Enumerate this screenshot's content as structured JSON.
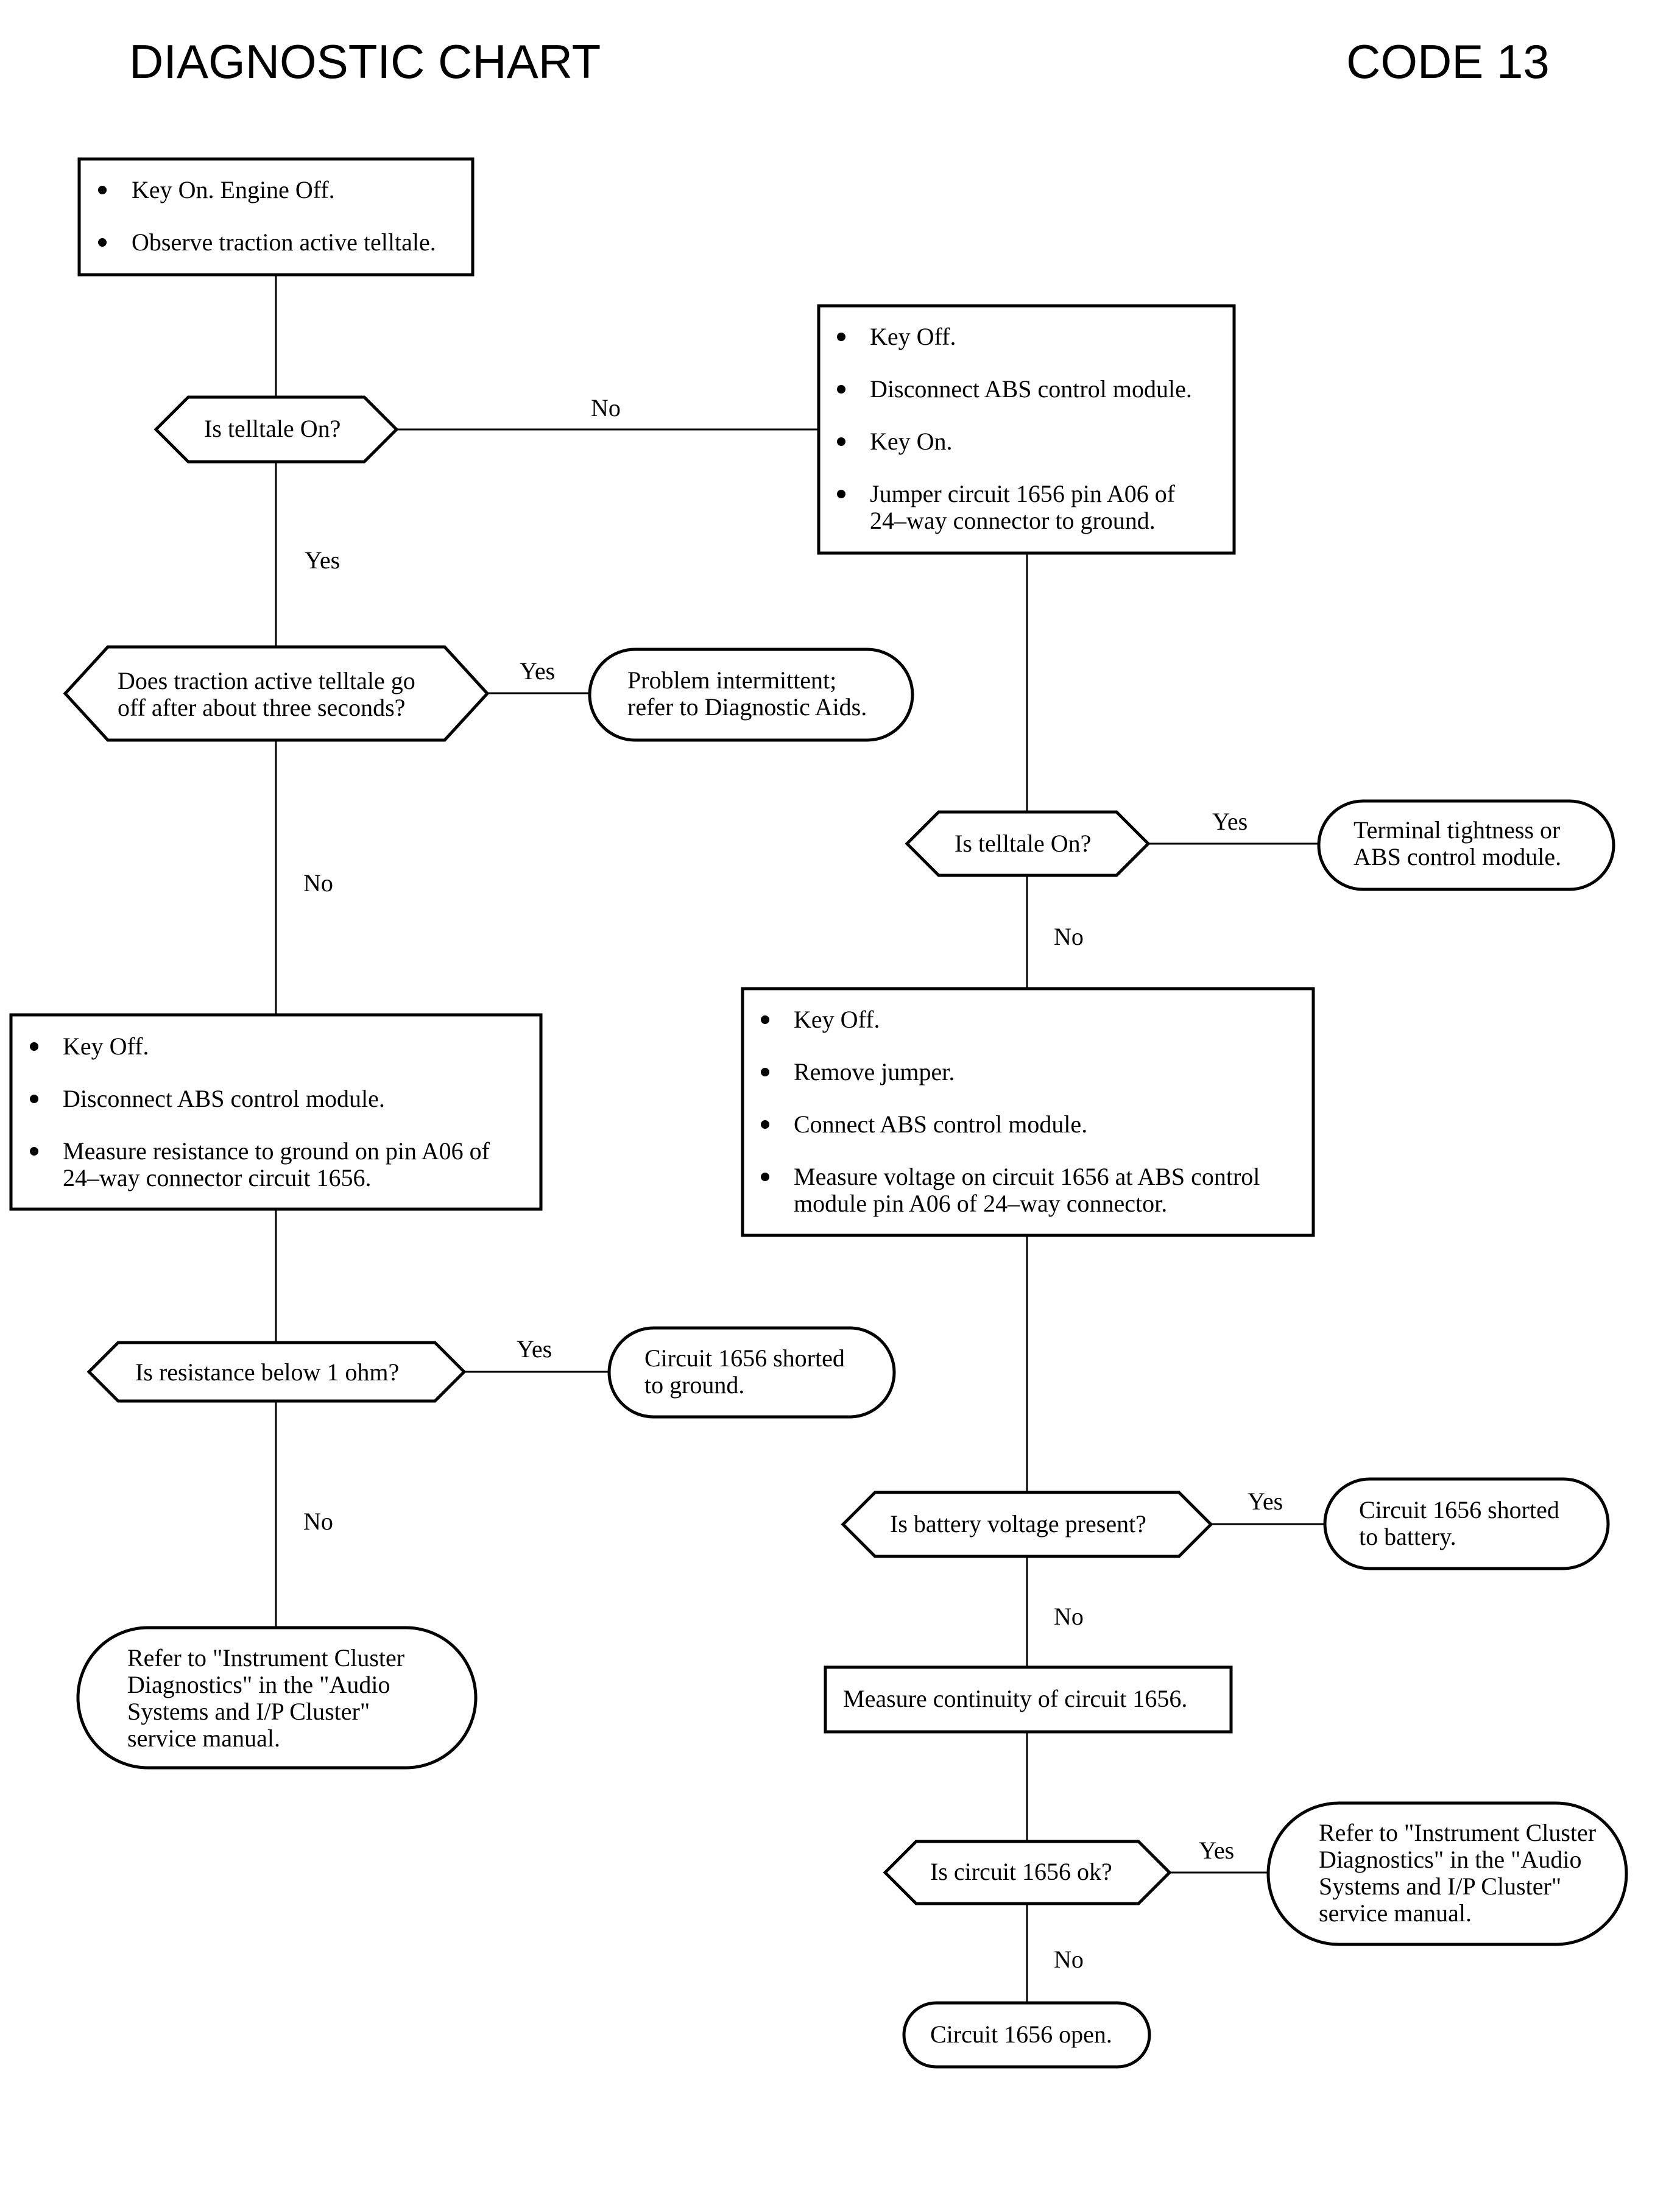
{
  "header": {
    "title": "DIAGNOSTIC CHART",
    "code": "CODE 13"
  },
  "nodes": {
    "b1": {
      "bullets": [
        "Key On. Engine Off.",
        "Observe traction active telltale."
      ]
    },
    "d1": {
      "lines": [
        "Is telltale On?"
      ]
    },
    "b2": {
      "bullets": [
        "Key Off.",
        "Disconnect ABS control module.",
        "Key On.",
        "Jumper circuit 1656 pin A06 of\n24–way connector to ground."
      ]
    },
    "d2": {
      "lines": [
        "Does traction active telltale go",
        "off after about three seconds?"
      ]
    },
    "t1": {
      "lines": [
        "Problem intermittent;",
        "refer to Diagnostic Aids."
      ]
    },
    "d3": {
      "lines": [
        "Is telltale On?"
      ]
    },
    "t2": {
      "lines": [
        "Terminal tightness or",
        "ABS control module."
      ]
    },
    "b3": {
      "bullets": [
        "Key Off.",
        "Disconnect ABS control module.",
        "Measure resistance to ground on pin A06 of\n24–way connector circuit 1656."
      ]
    },
    "b4": {
      "bullets": [
        "Key Off.",
        "Remove jumper.",
        "Connect ABS control module.",
        "Measure voltage on circuit 1656 at ABS control\nmodule pin A06 of 24–way connector."
      ]
    },
    "d4": {
      "lines": [
        "Is resistance below 1 ohm?"
      ]
    },
    "t3": {
      "lines": [
        "Circuit 1656 shorted",
        "to ground."
      ]
    },
    "d5": {
      "lines": [
        "Is battery voltage present?"
      ]
    },
    "t4": {
      "lines": [
        "Circuit 1656 shorted",
        "to battery."
      ]
    },
    "t5": {
      "lines": [
        "Refer to \"Instrument Cluster",
        "Diagnostics\" in the \"Audio",
        "Systems and I/P Cluster\"",
        "service manual."
      ]
    },
    "b5": {
      "lines": [
        "Measure continuity of circuit 1656."
      ]
    },
    "d6": {
      "lines": [
        "Is circuit 1656 ok?"
      ]
    },
    "t6": {
      "lines": [
        "Refer to \"Instrument Cluster",
        "Diagnostics\" in the \"Audio",
        "Systems and I/P Cluster\"",
        "service manual."
      ]
    },
    "t7": {
      "lines": [
        "Circuit 1656 open."
      ]
    }
  },
  "edge_labels": {
    "e_d1_b2": "No",
    "e_d1_d2": "Yes",
    "e_d2_t1": "Yes",
    "e_d2_b3": "No",
    "e_d3_t2": "Yes",
    "e_d3_b4": "No",
    "e_d4_t3": "Yes",
    "e_d4_t5": "No",
    "e_d5_t4": "Yes",
    "e_d5_b5": "No",
    "e_d6_t6": "Yes",
    "e_d6_t7": "No"
  }
}
